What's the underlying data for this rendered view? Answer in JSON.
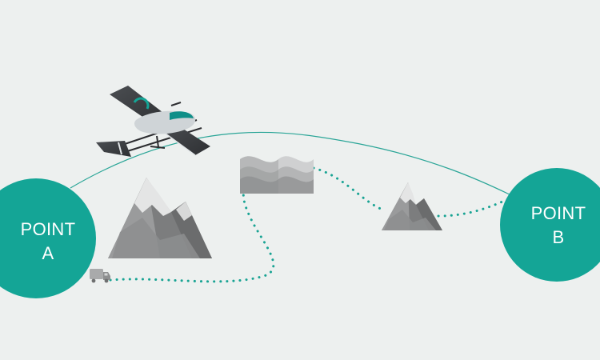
{
  "colors": {
    "background": "#edf0ef",
    "accent": "#14a596",
    "route_line": "#2aa597"
  },
  "point_a": {
    "line1": "POINT",
    "line2": "A"
  },
  "point_b": {
    "line1": "POINT",
    "line2": "B"
  },
  "icons": {
    "drone": "fixed-wing-drone-icon",
    "truck": "delivery-truck-icon",
    "mountain_large": "mountain-icon",
    "mountain_small": "mountain-icon",
    "water": "water-waves-icon"
  }
}
